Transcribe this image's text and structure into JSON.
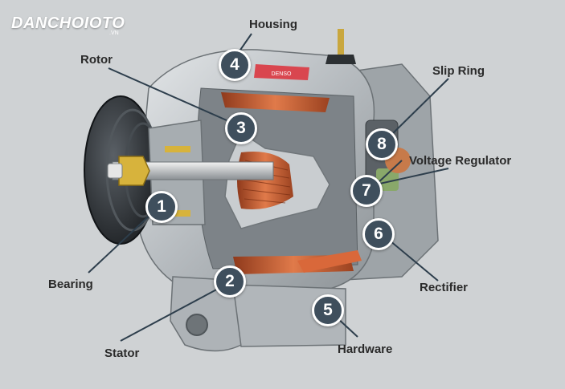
{
  "logo": {
    "text": "DANCHOIOTO",
    "suffix": ".VN"
  },
  "parts": [
    {
      "number": "1",
      "name": "Bearing"
    },
    {
      "number": "2",
      "name": "Stator"
    },
    {
      "number": "3",
      "name": "Rotor"
    },
    {
      "number": "4",
      "name": "Housing"
    },
    {
      "number": "5",
      "name": "Hardware"
    },
    {
      "number": "6",
      "name": "Rectifier"
    },
    {
      "number": "7",
      "name": "Voltage Regulator"
    },
    {
      "number": "8",
      "name": "Slip Ring"
    }
  ],
  "brand_plate": "DENSO",
  "colors": {
    "background": "#cfd2d4",
    "housing": "#b9bec2",
    "copper": "#c8623a",
    "badge": "#3f4f5d",
    "pulley": "#2b2f33",
    "brass": "#d7b33c"
  }
}
